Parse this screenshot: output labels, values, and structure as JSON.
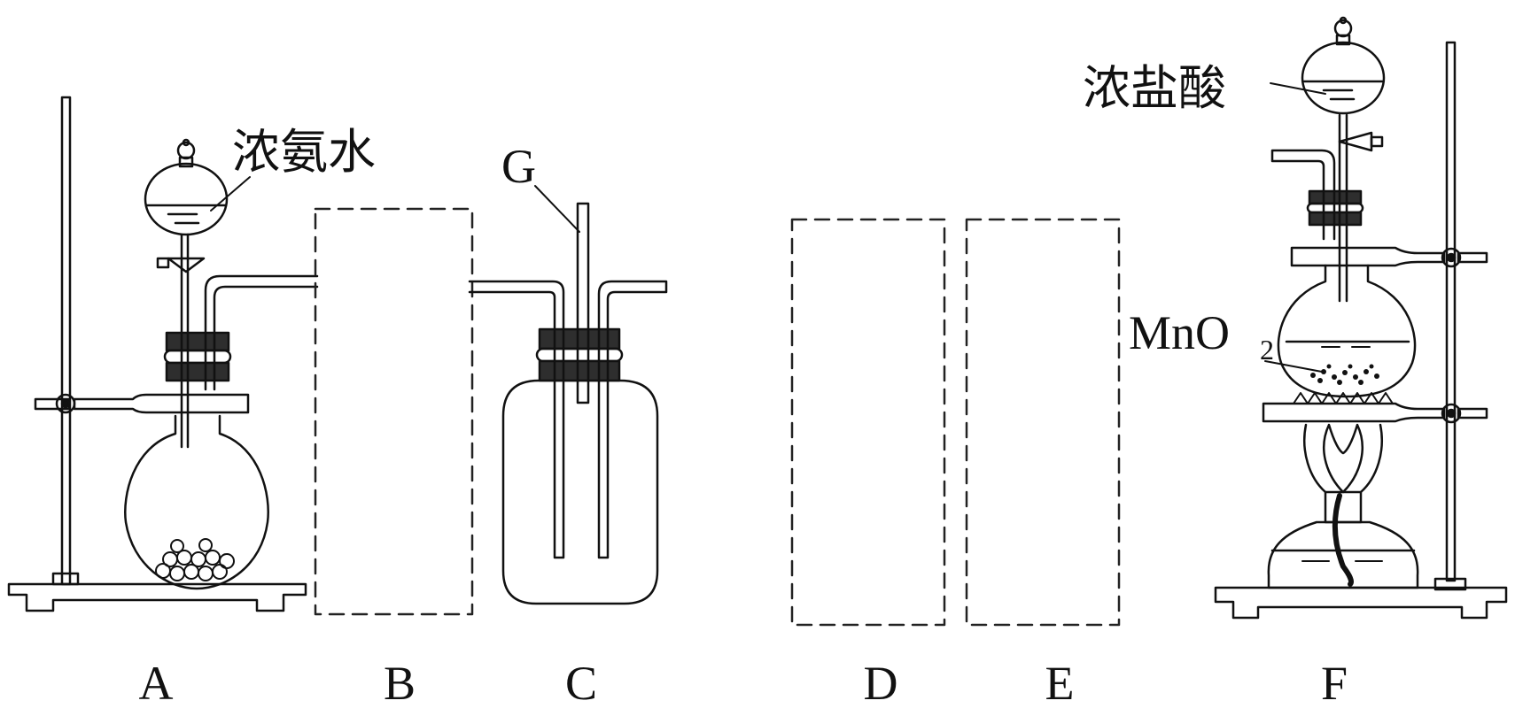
{
  "labels": {
    "a": "A",
    "b": "B",
    "c": "C",
    "d": "D",
    "e": "E",
    "f": "F",
    "g": "G"
  },
  "reagents": {
    "ammonia": "浓氨水",
    "hydrochloric_acid": "浓盐酸",
    "mno2_main": "MnO",
    "mno2_sub": "2"
  },
  "colors": {
    "stroke": "#111111",
    "stopper": "#2e2e2e",
    "dashed": "#222222"
  }
}
